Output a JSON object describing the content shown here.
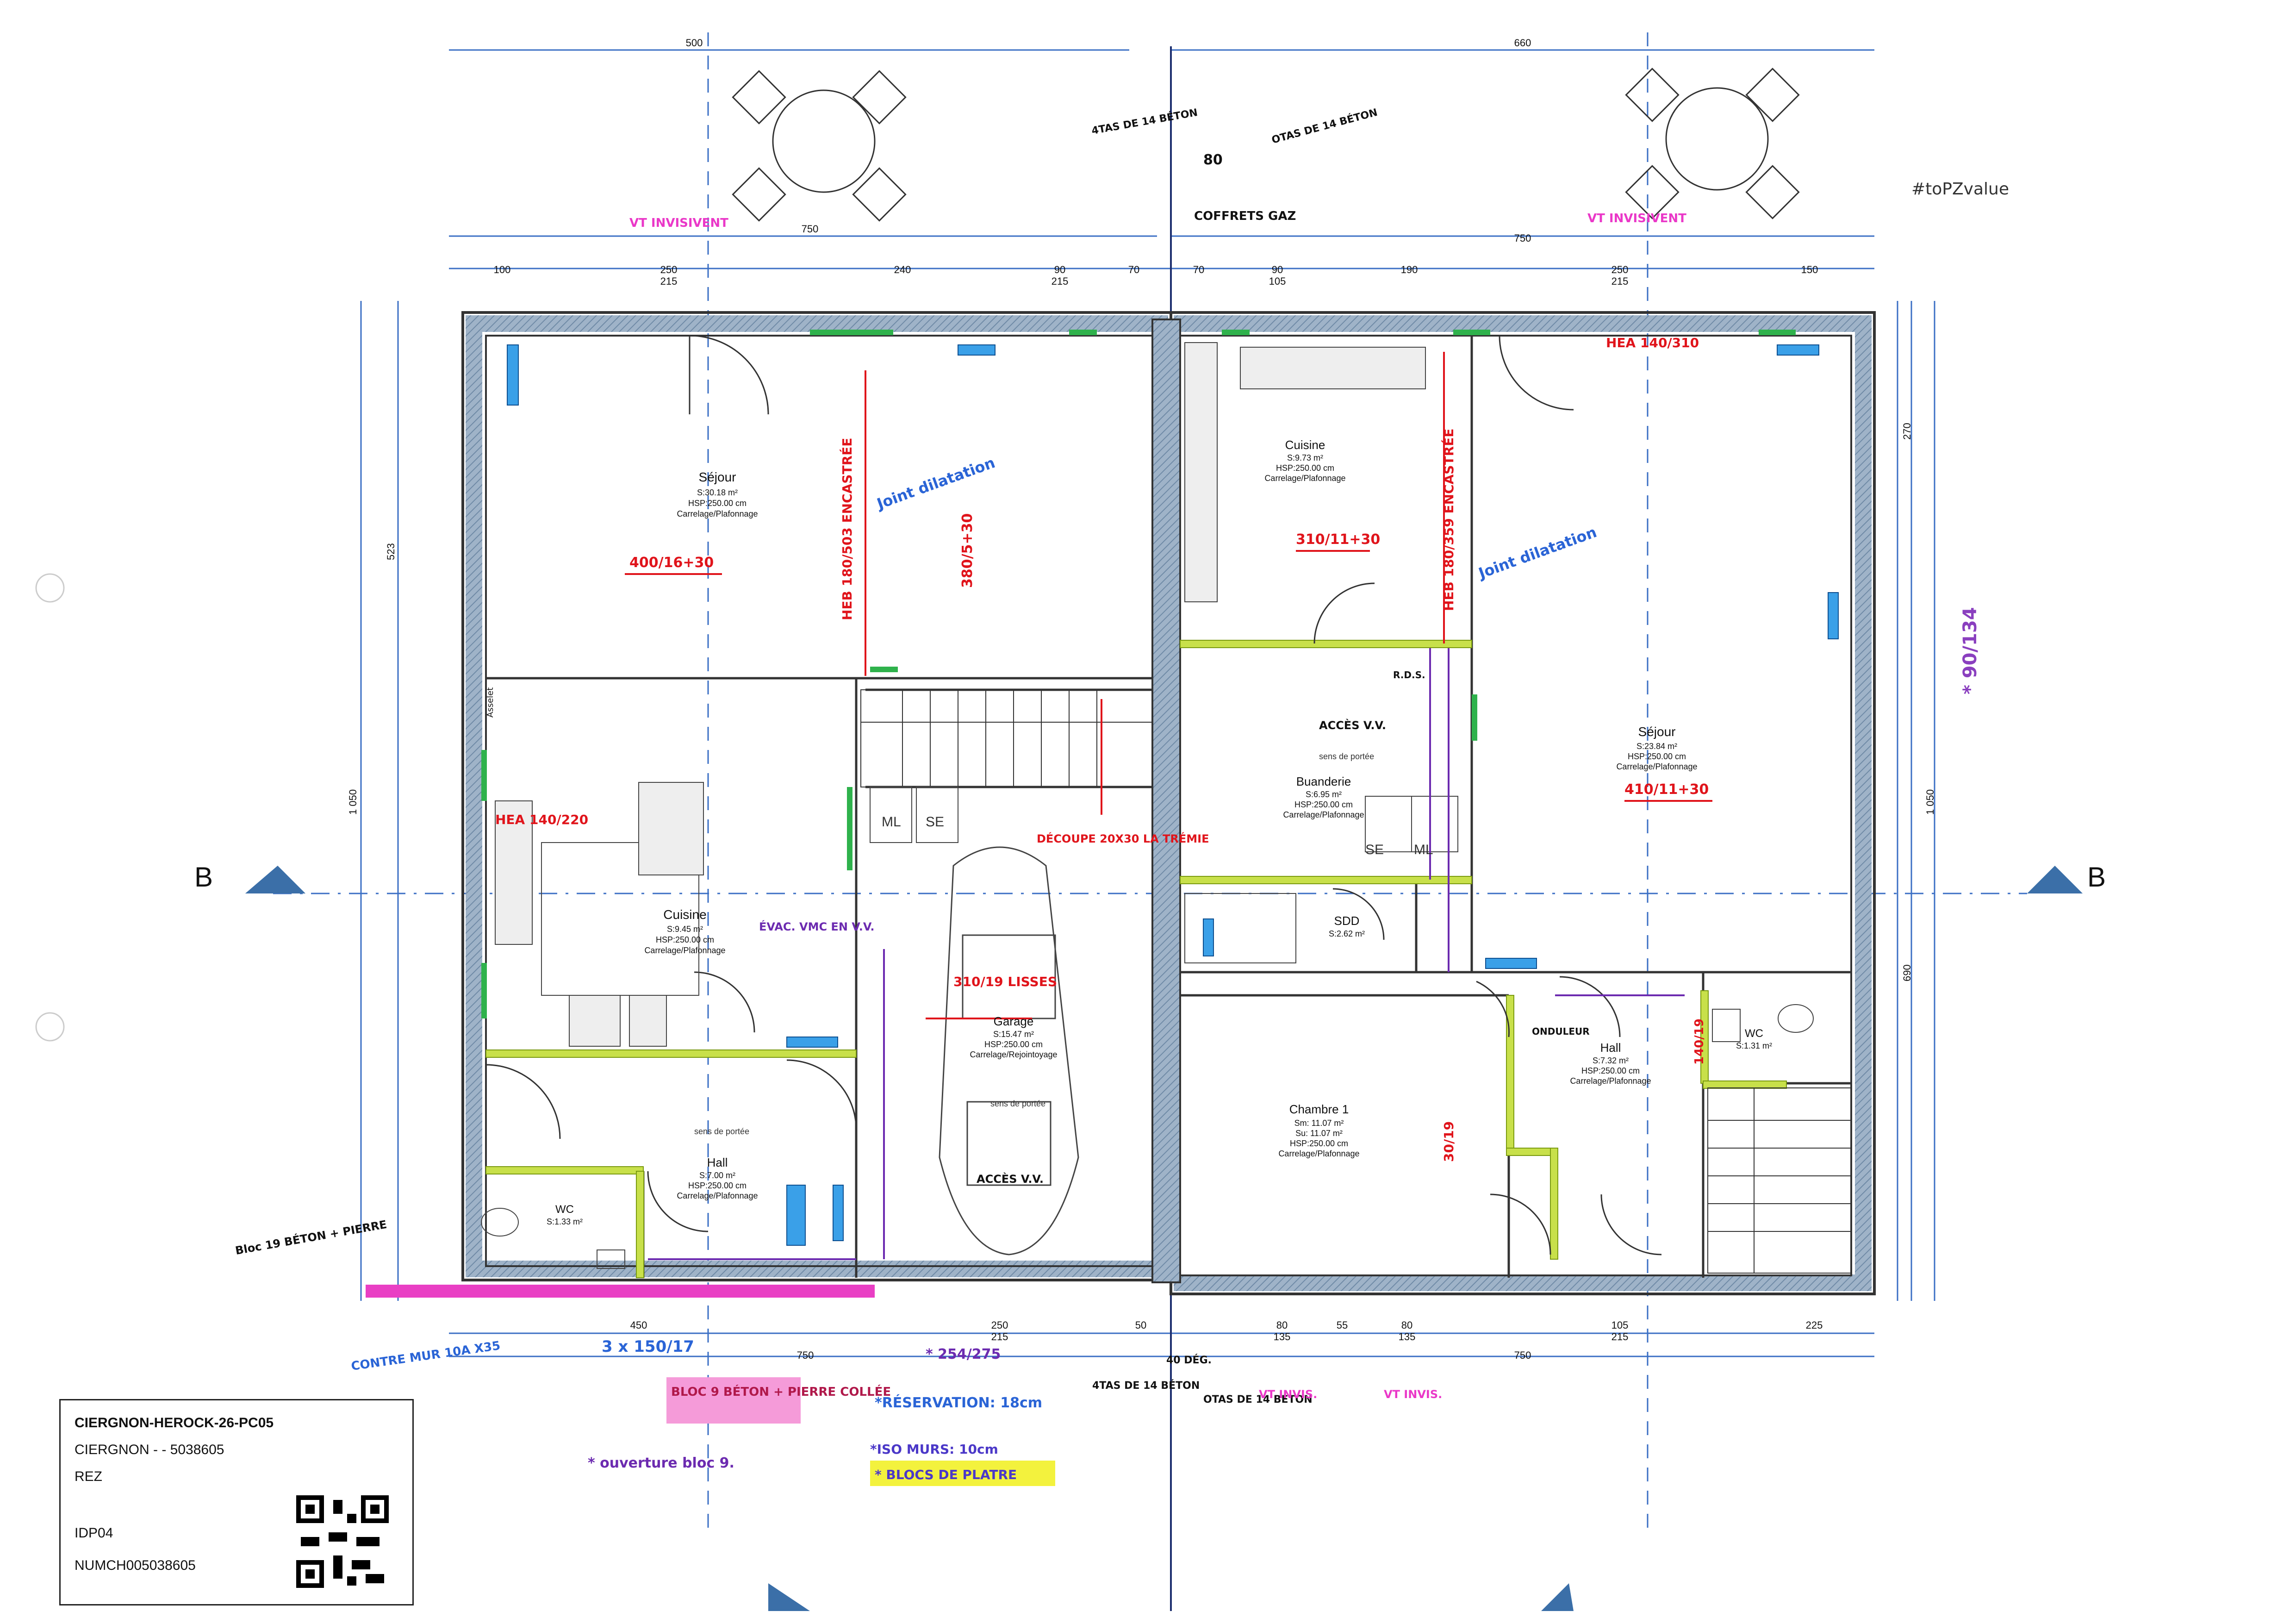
{
  "title_block": {
    "project": "CIERGNON-HEROCK-26-PC05",
    "location": "CIERGNON -  - 5038605",
    "level": "REZ",
    "drawing_id": "IDP04",
    "reference": "NUMCH005038605"
  },
  "hashtag": "#toPZvalue",
  "section_marks": {
    "left": "B",
    "right": "B"
  },
  "rooms": {
    "sejour_left": {
      "name": "Séjour",
      "area": "S:30.18 m²",
      "hsp": "HSP:250.00 cm",
      "finish": "Carrelage/Plafonnage",
      "lintel": "400/16+30"
    },
    "cuisine_left": {
      "name": "Cuisine",
      "area": "S:9.45 m²",
      "hsp": "HSP:250.00 cm",
      "finish": "Carrelage/Plafonnage"
    },
    "hall_left": {
      "name": "Hall",
      "area": "S:7.00 m²",
      "hsp": "HSP:250.00 cm",
      "finish": "Carrelage/Plafonnage"
    },
    "wc_left": {
      "name": "WC",
      "area": "S:1.33 m²"
    },
    "garage": {
      "name": "Garage",
      "area": "S:15.47 m²",
      "hsp": "HSP:250.00 cm",
      "finish": "Carrelage/Rejointoyage",
      "lintel": "310/19 LISSES"
    },
    "cuisine_right": {
      "name": "Cuisine",
      "area": "S:9.73 m²",
      "hsp": "HSP:250.00 cm",
      "finish": "Carrelage/Plafonnage",
      "lintel": "310/11+30"
    },
    "buanderie": {
      "name": "Buanderie",
      "area": "S:6.95 m²",
      "hsp": "HSP:250.00 cm",
      "finish": "Carrelage/Plafonnage"
    },
    "sdd": {
      "name": "SDD",
      "area": "S:2.62 m²"
    },
    "chambre1": {
      "name": "Chambre 1",
      "area": "Sm: 11.07 m²",
      "area2": "Su: 11.07 m²",
      "hsp": "HSP:250.00 cm",
      "finish": "Carrelage/Plafonnage"
    },
    "sejour_right": {
      "name": "Séjour",
      "area": "S:23.84 m²",
      "hsp": "HSP:250.00 cm",
      "finish": "Carrelage/Plafonnage",
      "lintel": "410/11+30"
    },
    "hall_right": {
      "name": "Hall",
      "area": "S:7.32 m²",
      "hsp": "HSP:250.00 cm",
      "finish": "Carrelage/Plafonnage"
    },
    "wc_right": {
      "name": "WC",
      "area": "S:1.31 m²"
    }
  },
  "dimensions": {
    "top_left_total": "500",
    "top_right_total": "660",
    "top_left_750": "750",
    "top_right_750": "750",
    "top_chain": [
      "100",
      "250",
      "215",
      "240",
      "90",
      "215",
      "70",
      "70",
      "90",
      "105",
      "190",
      "250",
      "215",
      "150"
    ],
    "bottom_chain": [
      "450",
      "250",
      "215",
      "50",
      "80",
      "135",
      "55",
      "80",
      "135",
      "105",
      "215",
      "225"
    ],
    "bottom_750_left": "750",
    "bottom_750_right": "750",
    "left_1050": "1 050",
    "right_1050": "1 050",
    "left_523": "523",
    "right_270": "270",
    "right_690": "690"
  },
  "annotations": {
    "vt_invisivent_left": "VT INVISIVENT",
    "vt_invisivent_right": "VT INVISIVENT",
    "coffrets_gaz": "COFFRETS GAZ",
    "atas_top": "4TAS DE 14 BÉTON",
    "otas_top": "OTAS DE 14 BÉTON",
    "beton_80": "80",
    "joint_dilatation_left": "Joint dilatation",
    "joint_dilatation_right": "Joint dilatation",
    "heb_left": "HEB 180/503 ENCASTRÉE",
    "heb_right": "HEB 180/359 ENCASTRÉE",
    "hea_left": "HEA 140/220",
    "hea_right": "HEA 140/310",
    "garage_lintel": "380/5+30",
    "decoupe": "DÉCOUPE 20X30 LA TRÉMIE",
    "evac_vmc": "ÉVAC. VMC EN V.V.",
    "acces_vv_top": "ACCÈS V.V.",
    "acces_vv_bottom": "ACCÈS V.V.",
    "rds": "R.D.S.",
    "chambre_lintel": "30/19",
    "onduleur": "ONDULEUR",
    "wc_lintel": "140/19",
    "pillar_90_134": "* 90/134",
    "bloc19_beton": "Bloc 19 BÉTON + PIERRE",
    "contre_mur": "CONTRE MUR 10A X35",
    "bottom_3x150": "3 x 150/17",
    "bottom_254": "* 254/275",
    "bloc9_beton": "BLOC 9 BÉTON + PIERRE COLLÉE",
    "reservation": "*RÉSERVATION: 18cm",
    "iso_murs": "*ISO MURS: 10cm",
    "blocs_platre": "* BLOCS DE PLATRE",
    "ouverture_bloc": "* ouverture bloc 9.",
    "atas_bottom": "4TAS DE 14 BÉTON",
    "otas_bottom": "OTAS DE 14 BÉTON",
    "vt_invis_1": "VT INVIS.",
    "vt_invis_2": "VT INVIS.",
    "deg": "40 DÉG.",
    "ml_se_left": [
      "ML",
      "SE"
    ],
    "ml_se_right": [
      "SE",
      "ML"
    ],
    "sens_portee": "sens de portée",
    "asselet": "Asselet"
  }
}
